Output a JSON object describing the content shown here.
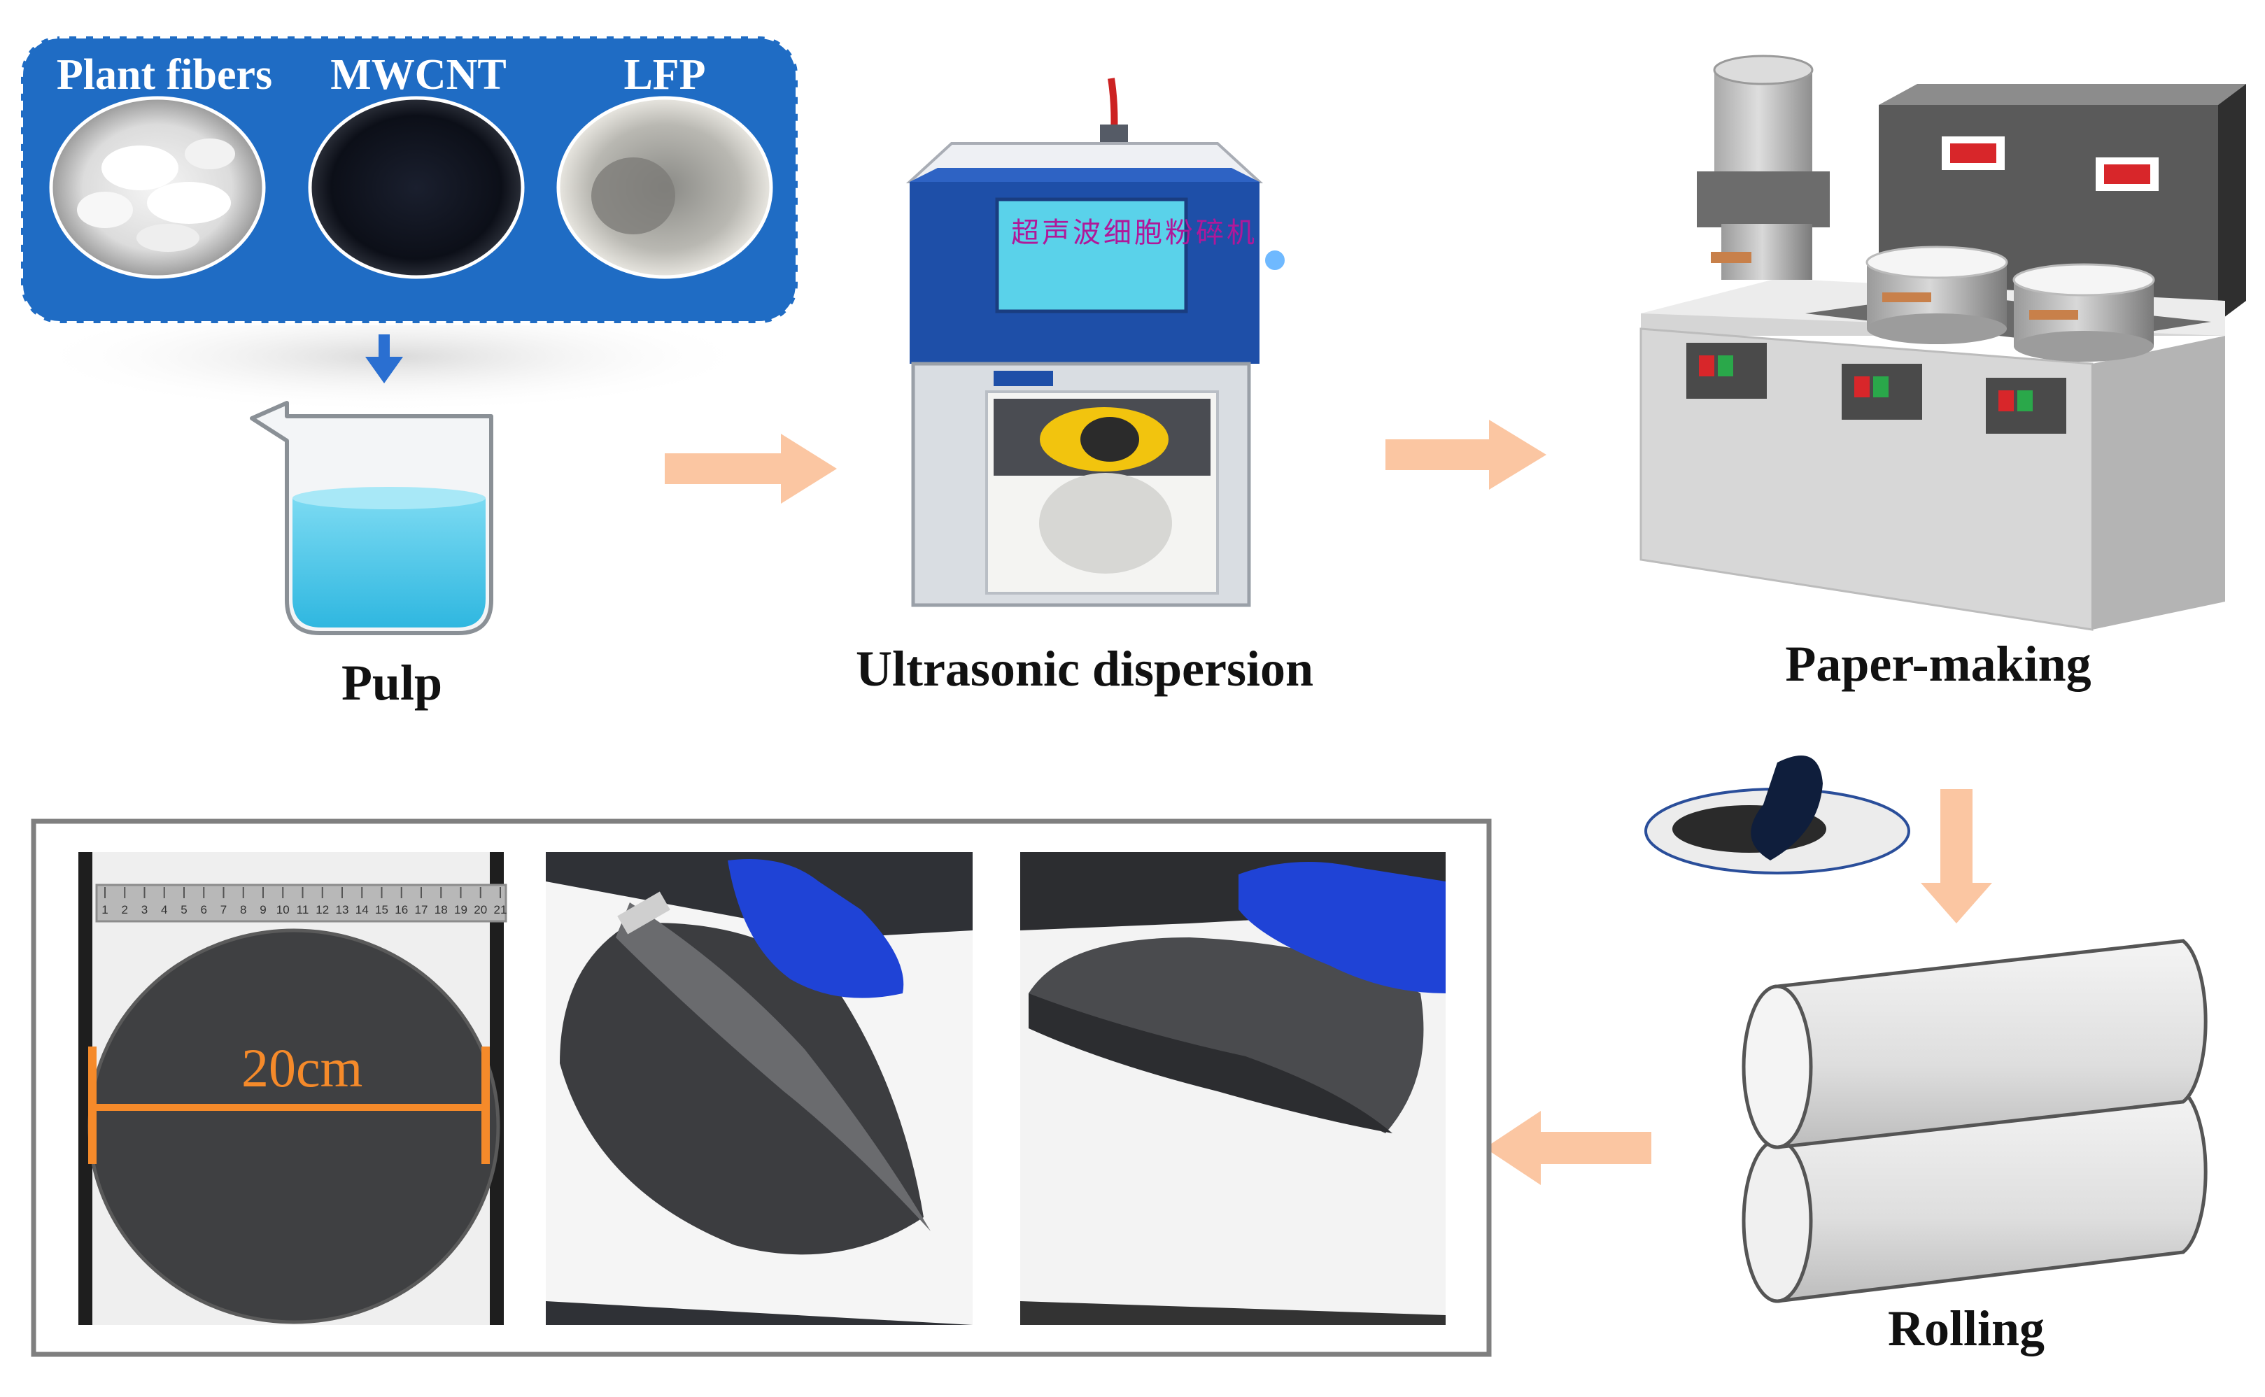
{
  "materials": {
    "plant_fibers": "Plant fibers",
    "mwcnt": "MWCNT",
    "lfp": "LFP"
  },
  "steps": {
    "pulp": "Pulp",
    "ultrasonic": "Ultrasonic dispersion",
    "paper_making": "Paper-making",
    "rolling": "Rolling"
  },
  "photo_scale_label": "20cm",
  "ruler_numbers": [
    "1",
    "2",
    "3",
    "4",
    "5",
    "6",
    "7",
    "8",
    "9",
    "10",
    "11",
    "12",
    "13",
    "14",
    "15",
    "16",
    "17",
    "18",
    "19",
    "20",
    "21"
  ],
  "device_screen_text": "超声波细胞粉碎机",
  "colors": {
    "material_panel": "#1f6cc4",
    "flow_arrow": "#fbc6a2",
    "down_arrow": "#2a6fd1",
    "scale_marker": "#f58a2a",
    "water": "#4cc7e8",
    "frame": "#7f7f7f"
  }
}
